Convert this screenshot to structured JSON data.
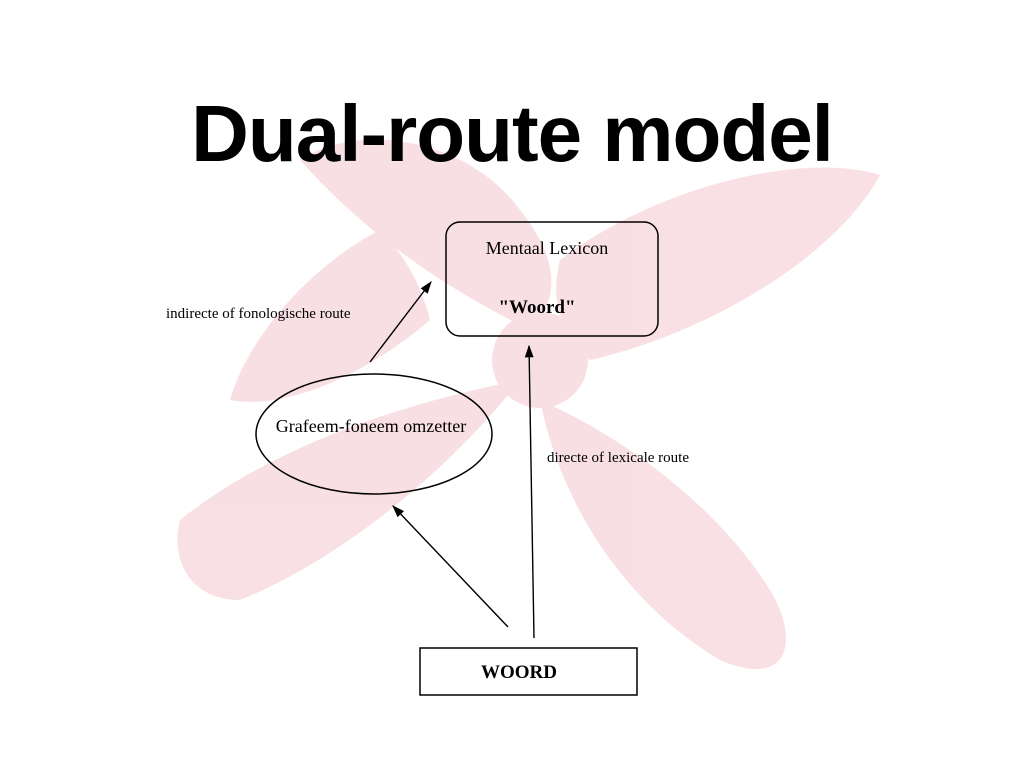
{
  "slide": {
    "title": "Dual-route model"
  },
  "diagram": {
    "lexicon_box": {
      "label": "Mentaal Lexicon",
      "word": "\"Woord\""
    },
    "converter_ellipse": {
      "label": "Grafeem-foneem omzetter"
    },
    "input_box": {
      "label": "WOORD"
    },
    "routes": {
      "indirect_label": "indirecte of fonologische route",
      "direct_label": "directe of lexicale route"
    }
  },
  "colors": {
    "watermark": "#f4c6cf",
    "stroke": "#000000"
  }
}
